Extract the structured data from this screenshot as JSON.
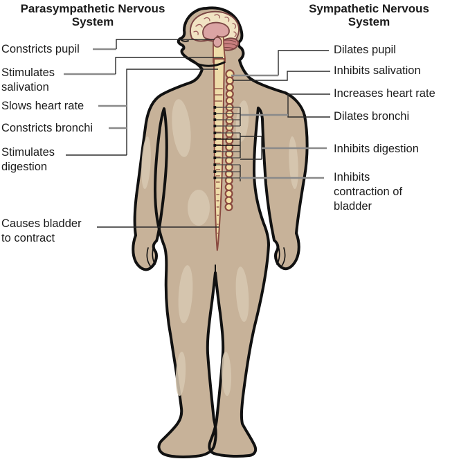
{
  "diagram": {
    "headers": {
      "left": "Parasympathetic Nervous\nSystem",
      "right": "Sympathetic Nervous\nSystem"
    },
    "left_labels": [
      {
        "id": "constricts-pupil",
        "text": "Constricts pupil"
      },
      {
        "id": "stimulates-salivation",
        "text": "Stimulates\nsalivation"
      },
      {
        "id": "slows-heart-rate",
        "text": "Slows heart rate"
      },
      {
        "id": "constricts-bronchi",
        "text": "Constricts bronchi"
      },
      {
        "id": "stimulates-digestion",
        "text": "Stimulates\ndigestion"
      },
      {
        "id": "causes-bladder-to-contract",
        "text": "Causes bladder\nto contract"
      }
    ],
    "right_labels": [
      {
        "id": "dilates-pupil",
        "text": "Dilates pupil"
      },
      {
        "id": "inhibits-salivation",
        "text": "Inhibits salivation"
      },
      {
        "id": "increases-heart-rate",
        "text": "Increases heart rate"
      },
      {
        "id": "dilates-bronchi",
        "text": "Dilates bronchi"
      },
      {
        "id": "inhibits-digestion",
        "text": "Inhibits digestion"
      },
      {
        "id": "inhibits-contraction-of-bladder",
        "text": "Inhibits\ncontraction of\nbladder"
      }
    ],
    "illustration": {
      "figure": "human-body-front-view",
      "organs_shown": [
        "brain",
        "brainstem",
        "spinal-cord",
        "sympathetic-ganglia-chain"
      ]
    }
  },
  "colors": {
    "skin": "#c7b299",
    "skin_highlight": "#d8c9b2",
    "outline": "#111111",
    "brain": "#f1e3c3",
    "brain_pink": "#dba4a4",
    "cerebellum": "#c87e7e",
    "brain_outline": "#7a4543",
    "cord_fill": "#eedca9",
    "cord_outline": "#8a4a40",
    "leader_gray": "#8a8a8a",
    "leader_dark": "#2b2b2b",
    "text": "#1b1b1b",
    "background": "#ffffff"
  }
}
